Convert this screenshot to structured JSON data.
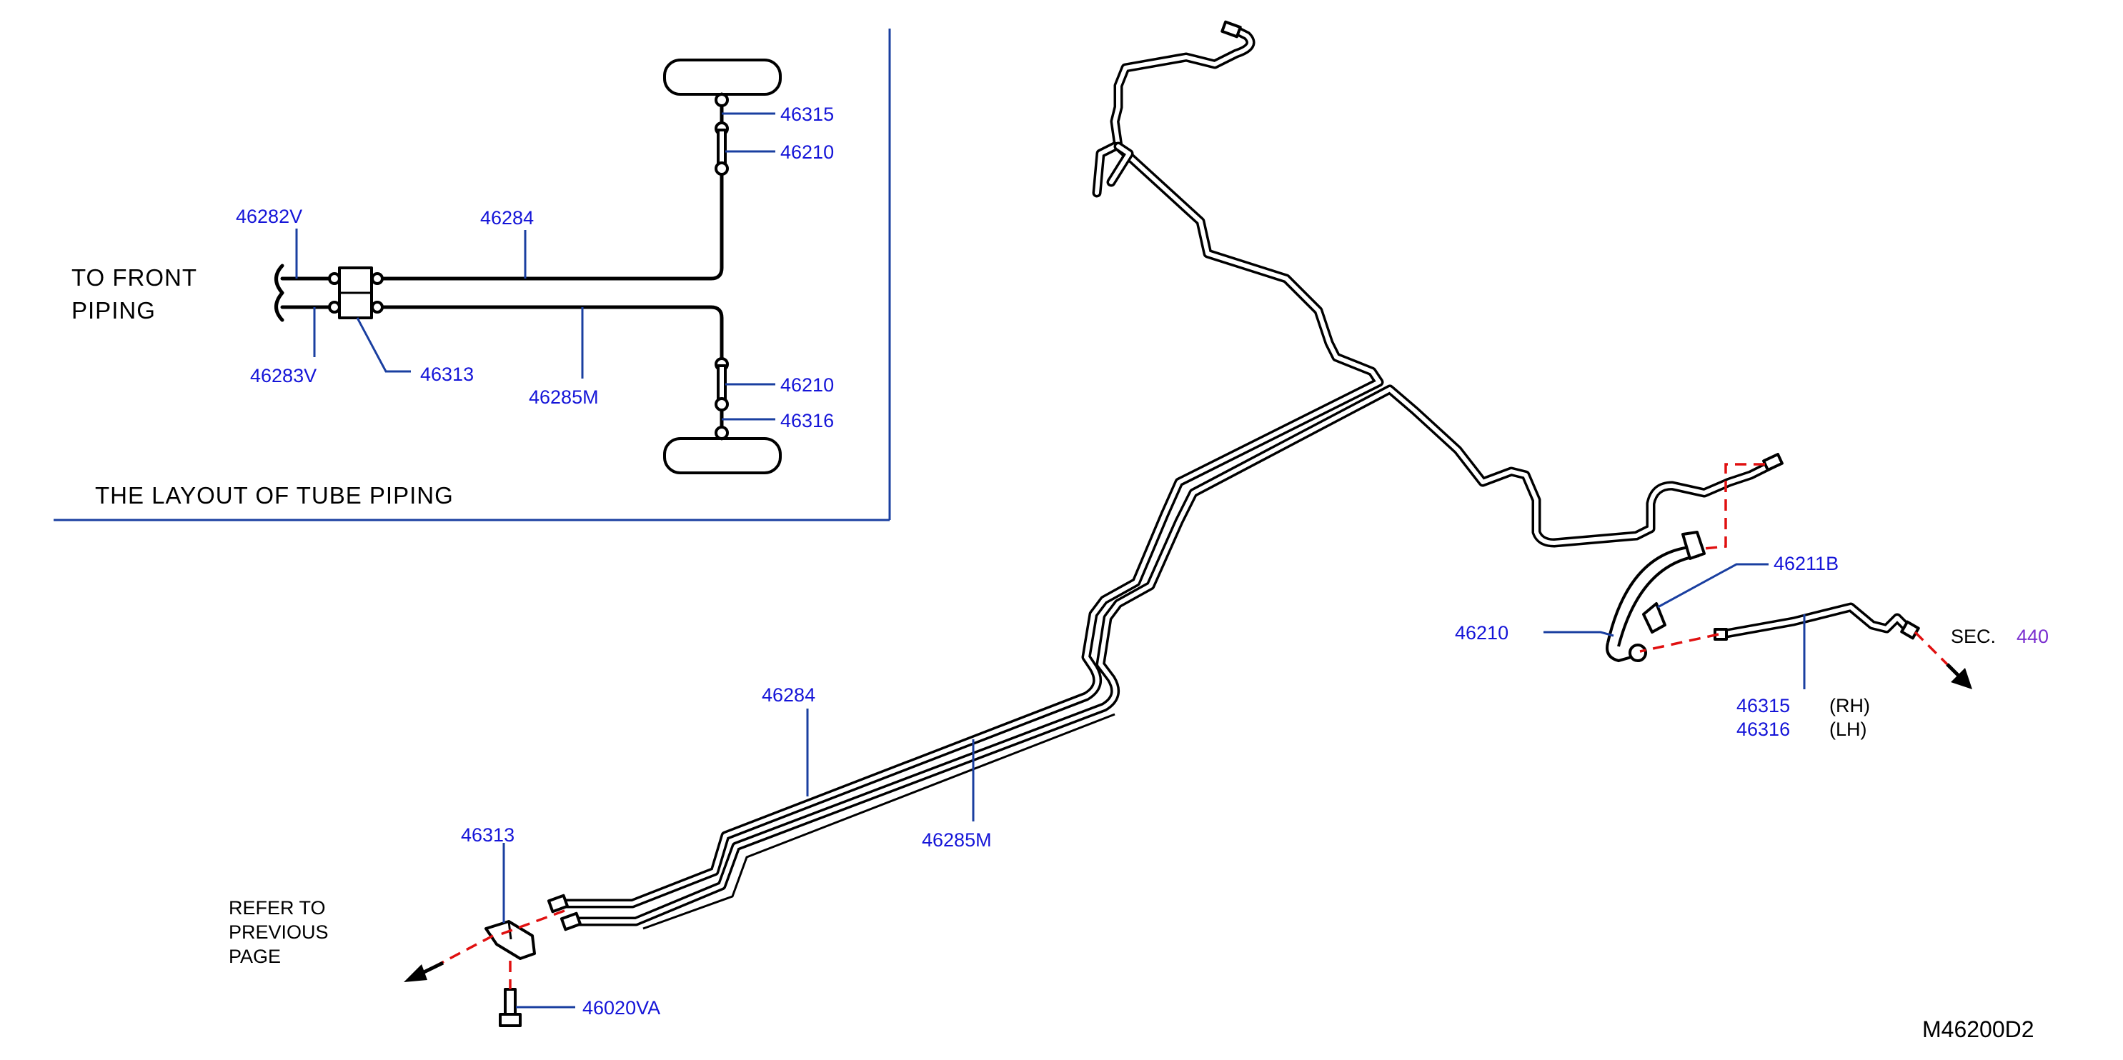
{
  "colors": {
    "label": "#1515d8",
    "leader": "#1a3fa0",
    "section_ref": "#7b2fd0",
    "dashed": "#e01010",
    "line": "#000000"
  },
  "inset": {
    "to_front_line1": "TO  FRONT",
    "to_front_line2": "PIPING",
    "caption": "THE  LAYOUT  OF  TUBE  PIPING",
    "labels": {
      "p46282V": "46282V",
      "p46283V": "46283V",
      "p46313": "46313",
      "p46284": "46284",
      "p46285M": "46285M",
      "p46315": "46315",
      "p46210_top": "46210",
      "p46210_bottom": "46210",
      "p46316": "46316"
    }
  },
  "main": {
    "labels": {
      "p46284": "46284",
      "p46285M": "46285M",
      "p46313": "46313",
      "p46020VA": "46020VA",
      "p46211B": "46211B",
      "p46210": "46210",
      "p46315": "46315",
      "p46316": "46316",
      "rh": "(RH)",
      "lh": "(LH)"
    },
    "refer_line1": "REFER  TO",
    "refer_line2": "PREVIOUS",
    "refer_line3": "PAGE",
    "sec_label": "SEC.",
    "sec_number": "440",
    "diagram_code": "M46200D2"
  }
}
